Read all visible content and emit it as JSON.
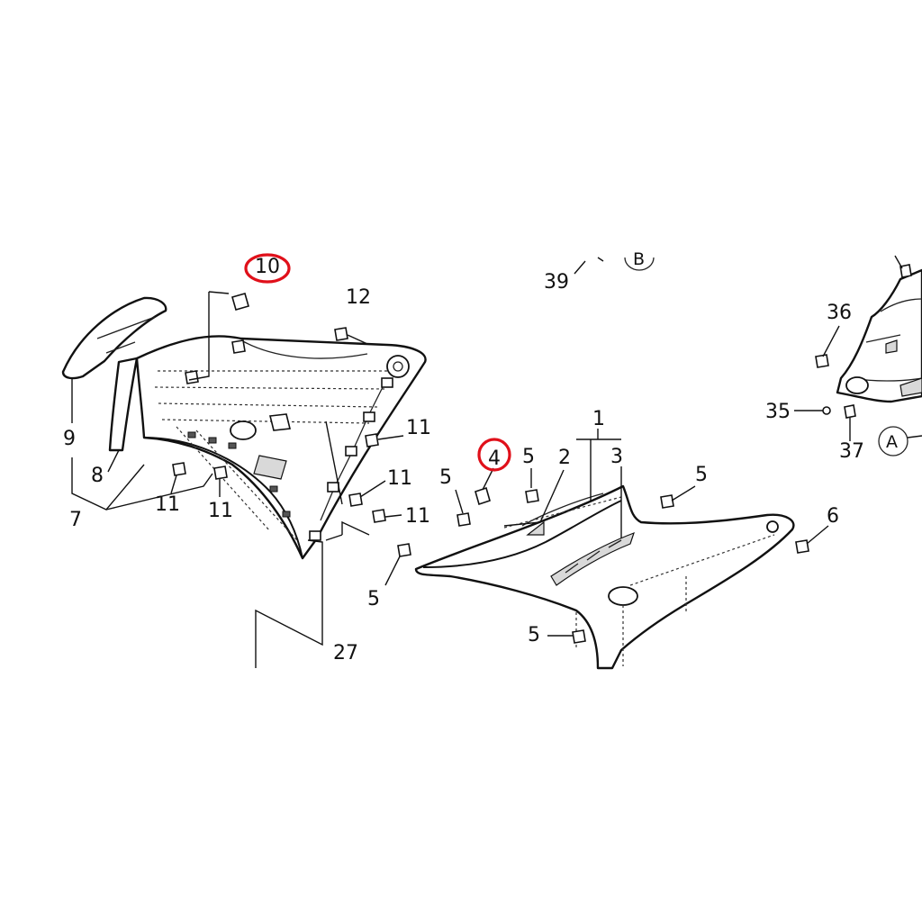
{
  "diagram": {
    "callouts": [
      "10",
      "12",
      "39",
      "B",
      "36",
      "35",
      "37",
      "A",
      "9",
      "8",
      "7",
      "11",
      "11",
      "11",
      "11",
      "11",
      "27",
      "4",
      "5",
      "5",
      "2",
      "1",
      "3",
      "5",
      "6",
      "5",
      "5"
    ],
    "highlighted_callouts": [
      "10",
      "4"
    ],
    "highlight_color": "#e0101a",
    "line_color": "#111111"
  }
}
